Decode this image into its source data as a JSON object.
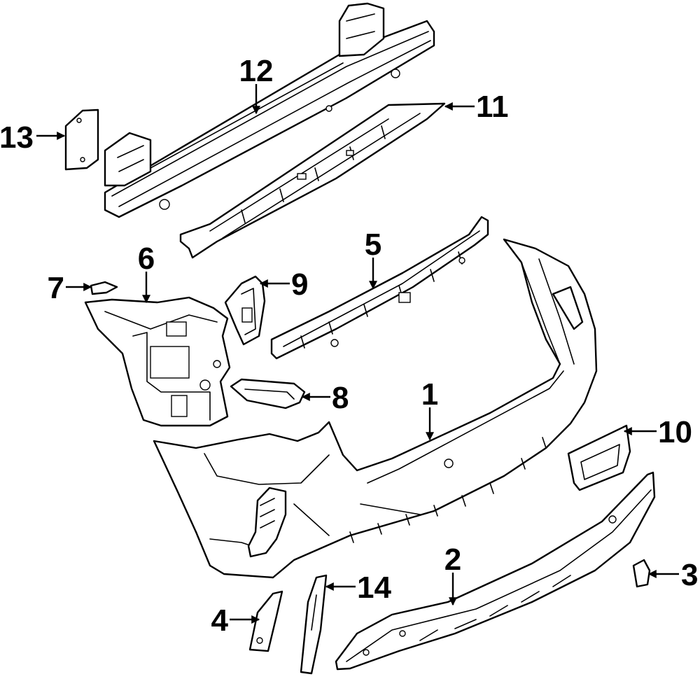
{
  "diagram": {
    "callouts": [
      {
        "id": "p1",
        "label": "1"
      },
      {
        "id": "p2",
        "label": "2"
      },
      {
        "id": "p3",
        "label": "3"
      },
      {
        "id": "p4",
        "label": "4"
      },
      {
        "id": "p5",
        "label": "5"
      },
      {
        "id": "p6",
        "label": "6"
      },
      {
        "id": "p7",
        "label": "7"
      },
      {
        "id": "p8",
        "label": "8"
      },
      {
        "id": "p9",
        "label": "9"
      },
      {
        "id": "p10",
        "label": "10"
      },
      {
        "id": "p11",
        "label": "11"
      },
      {
        "id": "p12",
        "label": "12"
      },
      {
        "id": "p13",
        "label": "13"
      },
      {
        "id": "p14",
        "label": "14"
      }
    ]
  }
}
